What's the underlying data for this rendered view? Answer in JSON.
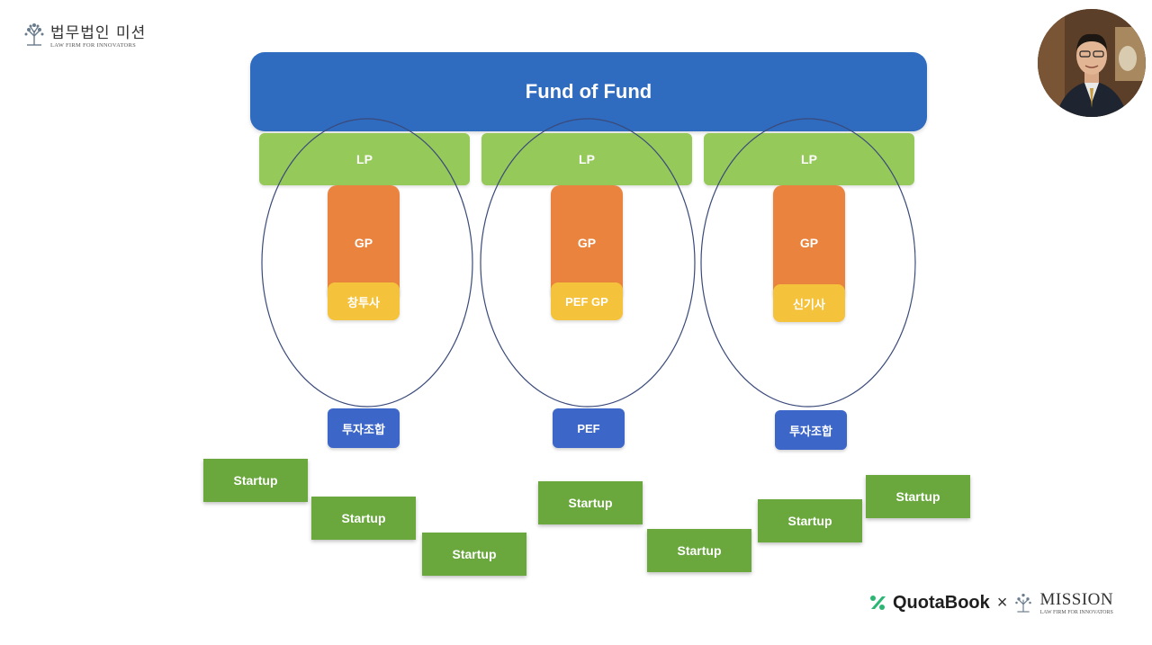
{
  "header": {
    "logo_korean": "법무법인 미션",
    "logo_tagline": "LAW FIRM FOR INNOVATORS"
  },
  "diagram": {
    "top_label": "Fund of Fund",
    "columns": [
      {
        "lp": "LP",
        "gp": "GP",
        "gp_type": "창투사",
        "vehicle": "투자조합"
      },
      {
        "lp": "LP",
        "gp": "GP",
        "gp_type": "PEF GP",
        "vehicle": "PEF"
      },
      {
        "lp": "LP",
        "gp": "GP",
        "gp_type": "신기사",
        "vehicle": "투자조합"
      }
    ],
    "startups": [
      "Startup",
      "Startup",
      "Startup",
      "Startup",
      "Startup",
      "Startup",
      "Startup"
    ]
  },
  "footer": {
    "brand1": "QuotaBook",
    "separator": "×",
    "brand2": "MISSION",
    "brand2_tagline": "LAW FIRM FOR INNOVATORS"
  },
  "colors": {
    "fof": "#2f6bbf",
    "lp": "#95c95a",
    "gp": "#e9833d",
    "gp_type": "#f5c23c",
    "vehicle": "#3d66c9",
    "startup": "#6aa83e",
    "quotabook_accent": "#2bb673"
  }
}
